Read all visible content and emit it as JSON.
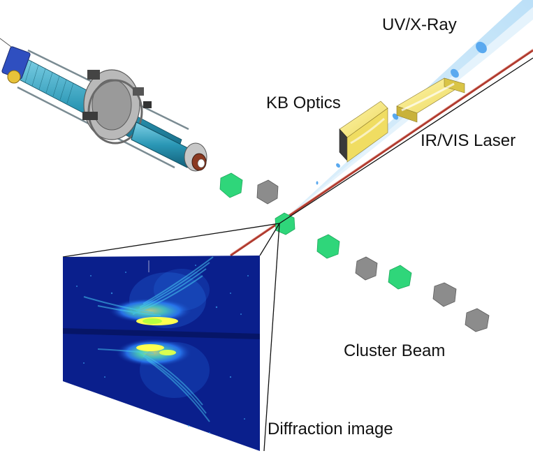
{
  "labels": {
    "uv_xray": "UV/X-Ray",
    "kb_optics": "KB Optics",
    "ir_vis_laser": "IR/VIS Laser",
    "cluster_beam": "Cluster Beam",
    "diffraction_image": "Diffraction image"
  },
  "colors": {
    "cluster_green": "#2fd67a",
    "cluster_gray": "#8c8c8c",
    "xray_beam": "#aedaf6",
    "xray_pulse": "#5aa9ef",
    "kb_mirror": "#f3e37a",
    "laser_line": "#b03a2e",
    "detector_bg": "#0a1f8c",
    "source_blue": "#1f7f9a"
  },
  "icons": {
    "source": "cluster-source-apparatus-icon",
    "mirror": "kb-mirror-icon",
    "cluster": "cluster-particle-icon"
  }
}
